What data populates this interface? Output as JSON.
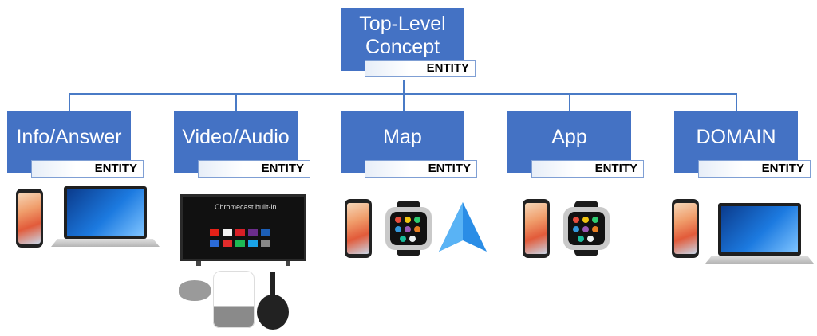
{
  "top": {
    "label_line1": "Top-Level",
    "label_line2": "Concept",
    "tag": "ENTITY"
  },
  "children": [
    {
      "label": "Info/Answer",
      "tag": "ENTITY",
      "devices": [
        "phone",
        "laptop"
      ]
    },
    {
      "label": "Video/Audio",
      "tag": "ENTITY",
      "devices": [
        "tv",
        "smart-speaker-mini",
        "smart-speaker",
        "chromecast"
      ]
    },
    {
      "label": "Map",
      "tag": "ENTITY",
      "devices": [
        "phone",
        "smartwatch",
        "android-auto-logo"
      ]
    },
    {
      "label": "App",
      "tag": "ENTITY",
      "devices": [
        "phone",
        "smartwatch"
      ]
    },
    {
      "label": "DOMAIN",
      "tag": "ENTITY",
      "devices": [
        "phone",
        "laptop"
      ]
    }
  ],
  "tv": {
    "brand_text": "Chromecast built-in"
  },
  "colors": {
    "node": "#4472c4",
    "connector": "#4a7bc6",
    "tag_border": "#7f9fd4"
  }
}
